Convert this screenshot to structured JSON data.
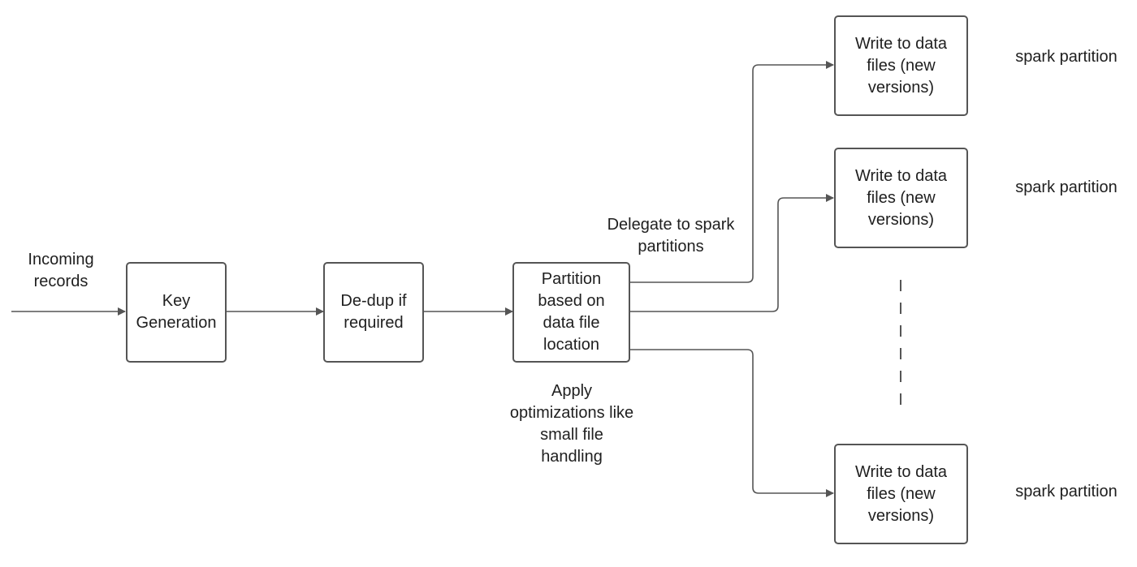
{
  "labels": {
    "incoming": "Incoming\nrecords",
    "delegate": "Delegate to spark\npartitions",
    "apply": "Apply\noptimizations like\nsmall file\nhandling"
  },
  "boxes": {
    "key_generation": "Key\nGeneration",
    "dedup": "De-dup if\nrequired",
    "partition": "Partition\nbased on\ndata file\nlocation",
    "write_1": "Write to data\nfiles (new\nversions)",
    "write_2": "Write to data\nfiles (new\nversions)",
    "write_3": "Write to data\nfiles (new\nversions)"
  },
  "spark_labels": {
    "top": "spark partition",
    "middle": "spark partition",
    "bottom": "spark partition"
  },
  "colors": {
    "stroke": "#555555",
    "text": "#1f1f1f"
  }
}
